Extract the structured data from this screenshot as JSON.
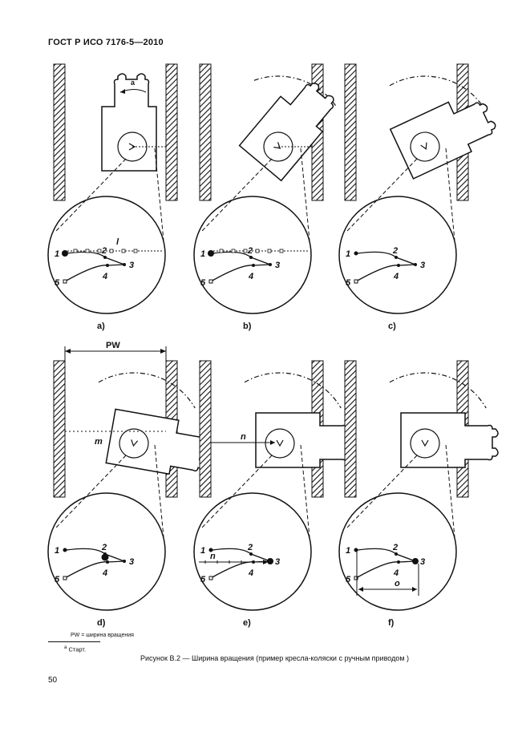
{
  "header": {
    "title": "ГОСТ Р ИСО 7176-5—2010"
  },
  "figure": {
    "panels": [
      {
        "label": "a)",
        "points": [
          "1",
          "2",
          "3",
          "4",
          "5"
        ],
        "dim_label": "l",
        "extra_label": "a"
      },
      {
        "label": "b)",
        "points": [
          "1",
          "2",
          "3",
          "4",
          "5"
        ]
      },
      {
        "label": "c)",
        "points": [
          "1",
          "2",
          "3",
          "4",
          "5"
        ]
      },
      {
        "label": "d)",
        "points": [
          "1",
          "2",
          "3",
          "4",
          "5"
        ],
        "dim_label": "m",
        "top_dim_label": "PW"
      },
      {
        "label": "e)",
        "points": [
          "1",
          "2",
          "3",
          "4",
          "5"
        ],
        "dim_label": "n"
      },
      {
        "label": "f)",
        "points": [
          "1",
          "2",
          "3",
          "4",
          "5"
        ],
        "dim_label": "o"
      }
    ],
    "legend": "PW = ширина вращения",
    "footnote_mark": "a",
    "footnote_text": "Старт.",
    "caption": "Рисунок В.2 — Ширина вращения (пример кресла-коляски с ручным приводом )"
  },
  "page_number": "50",
  "colors": {
    "ink": "#111111",
    "background": "#ffffff"
  }
}
